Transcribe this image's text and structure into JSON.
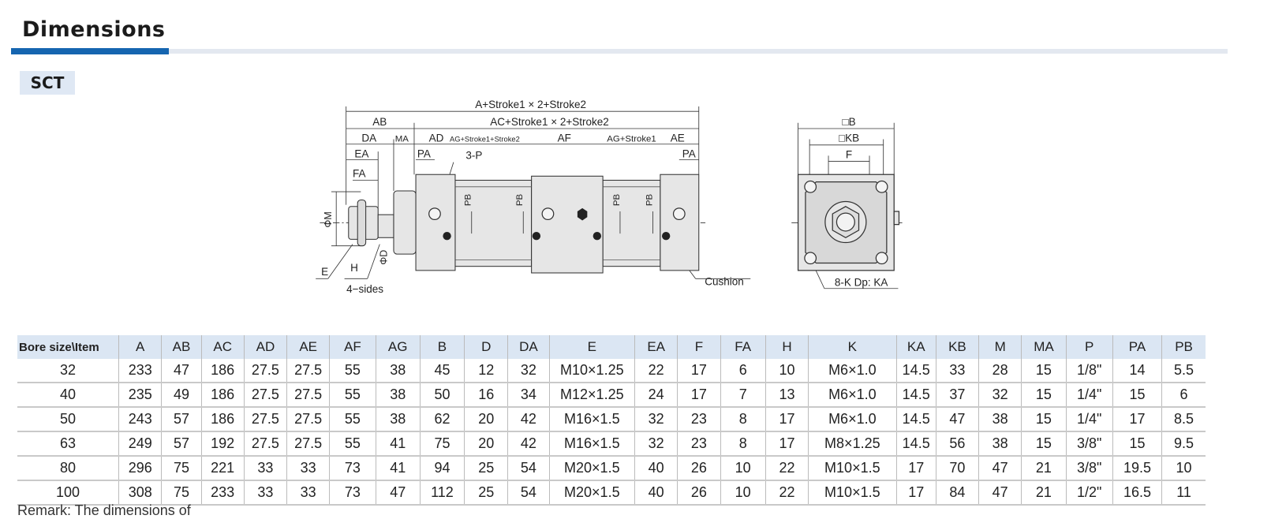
{
  "section_title": "Dimensions",
  "model_badge": "SCT",
  "diagram": {
    "labels": {
      "a_total": "A+Stroke1 × 2+Stroke2",
      "ab": "AB",
      "ac_total": "AC+Stroke1 × 2+Stroke2",
      "da": "DA",
      "ma": "MA",
      "ad": "AD",
      "ag_s1_s2": "AG+Stroke1+Stroke2",
      "af": "AF",
      "ag_s1": "AG+Stroke1",
      "ae": "AE",
      "ea": "EA",
      "fa": "FA",
      "pa_left": "PA",
      "pa_right": "PA",
      "port": "3-P",
      "pb": "PB",
      "phi_m": "ΦM",
      "phi_d": "ΦD",
      "e": "E",
      "h": "H",
      "four_sides": "4−sides",
      "cushion": "Cushion",
      "sq_b": "□B",
      "sq_kb": "□KB",
      "f": "F",
      "k_dp": "8-K Dp: KA"
    }
  },
  "table": {
    "headers": [
      "Bore size\\Item",
      "A",
      "AB",
      "AC",
      "AD",
      "AE",
      "AF",
      "AG",
      "B",
      "D",
      "DA",
      "E",
      "EA",
      "F",
      "FA",
      "H",
      "K",
      "KA",
      "KB",
      "M",
      "MA",
      "P",
      "PA",
      "PB"
    ],
    "rows": [
      [
        "32",
        "233",
        "47",
        "186",
        "27.5",
        "27.5",
        "55",
        "38",
        "45",
        "12",
        "32",
        "M10×1.25",
        "22",
        "17",
        "6",
        "10",
        "M6×1.0",
        "14.5",
        "33",
        "28",
        "15",
        "1/8\"",
        "14",
        "5.5"
      ],
      [
        "40",
        "235",
        "49",
        "186",
        "27.5",
        "27.5",
        "55",
        "38",
        "50",
        "16",
        "34",
        "M12×1.25",
        "24",
        "17",
        "7",
        "13",
        "M6×1.0",
        "14.5",
        "37",
        "32",
        "15",
        "1/4\"",
        "15",
        "6"
      ],
      [
        "50",
        "243",
        "57",
        "186",
        "27.5",
        "27.5",
        "55",
        "38",
        "62",
        "20",
        "42",
        "M16×1.5",
        "32",
        "23",
        "8",
        "17",
        "M6×1.0",
        "14.5",
        "47",
        "38",
        "15",
        "1/4\"",
        "17",
        "8.5"
      ],
      [
        "63",
        "249",
        "57",
        "192",
        "27.5",
        "27.5",
        "55",
        "41",
        "75",
        "20",
        "42",
        "M16×1.5",
        "32",
        "23",
        "8",
        "17",
        "M8×1.25",
        "14.5",
        "56",
        "38",
        "15",
        "3/8\"",
        "15",
        "9.5"
      ],
      [
        "80",
        "296",
        "75",
        "221",
        "33",
        "33",
        "73",
        "41",
        "94",
        "25",
        "54",
        "M20×1.5",
        "40",
        "26",
        "10",
        "22",
        "M10×1.5",
        "17",
        "70",
        "47",
        "21",
        "3/8\"",
        "19.5",
        "10"
      ],
      [
        "100",
        "308",
        "75",
        "233",
        "33",
        "33",
        "73",
        "47",
        "112",
        "25",
        "54",
        "M20×1.5",
        "40",
        "26",
        "10",
        "22",
        "M10×1.5",
        "17",
        "84",
        "47",
        "21",
        "1/2\"",
        "16.5",
        "11"
      ]
    ]
  },
  "remark": "Remark: The dimensions of"
}
